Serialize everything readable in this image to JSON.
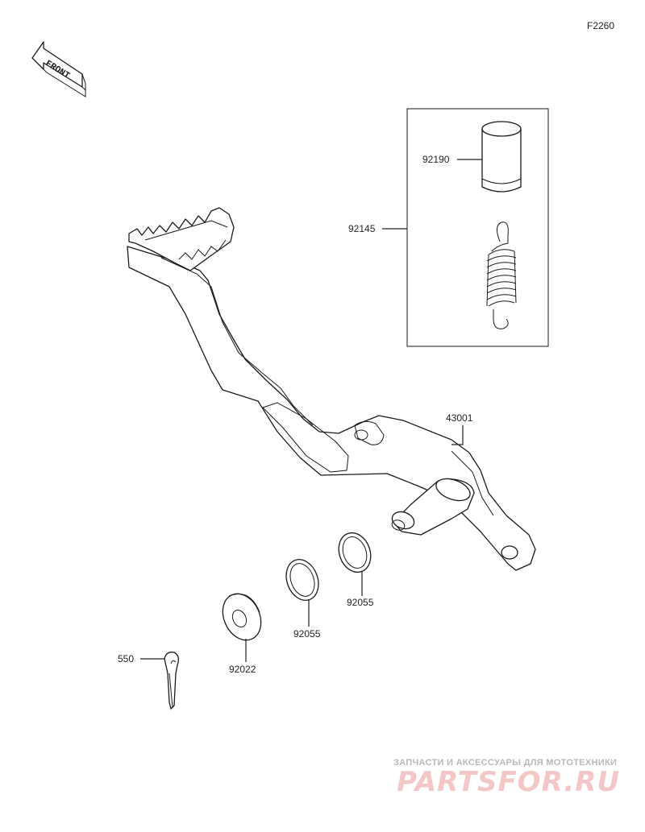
{
  "figure_code": "F2260",
  "front_label": "FRONT",
  "kit_box_label": "92145",
  "parts": [
    {
      "number": "92190"
    },
    {
      "number": "43001"
    },
    {
      "number": "92055"
    },
    {
      "number": "92055"
    },
    {
      "number": "92022"
    },
    {
      "number": "550"
    }
  ],
  "watermark": {
    "subtitle": "ЗАПЧАСТИ И АКСЕССУАРЫ ДЛЯ МОТОТЕХНИКИ",
    "brand": "PARTSFOR.RU",
    "color": "#e06060"
  }
}
